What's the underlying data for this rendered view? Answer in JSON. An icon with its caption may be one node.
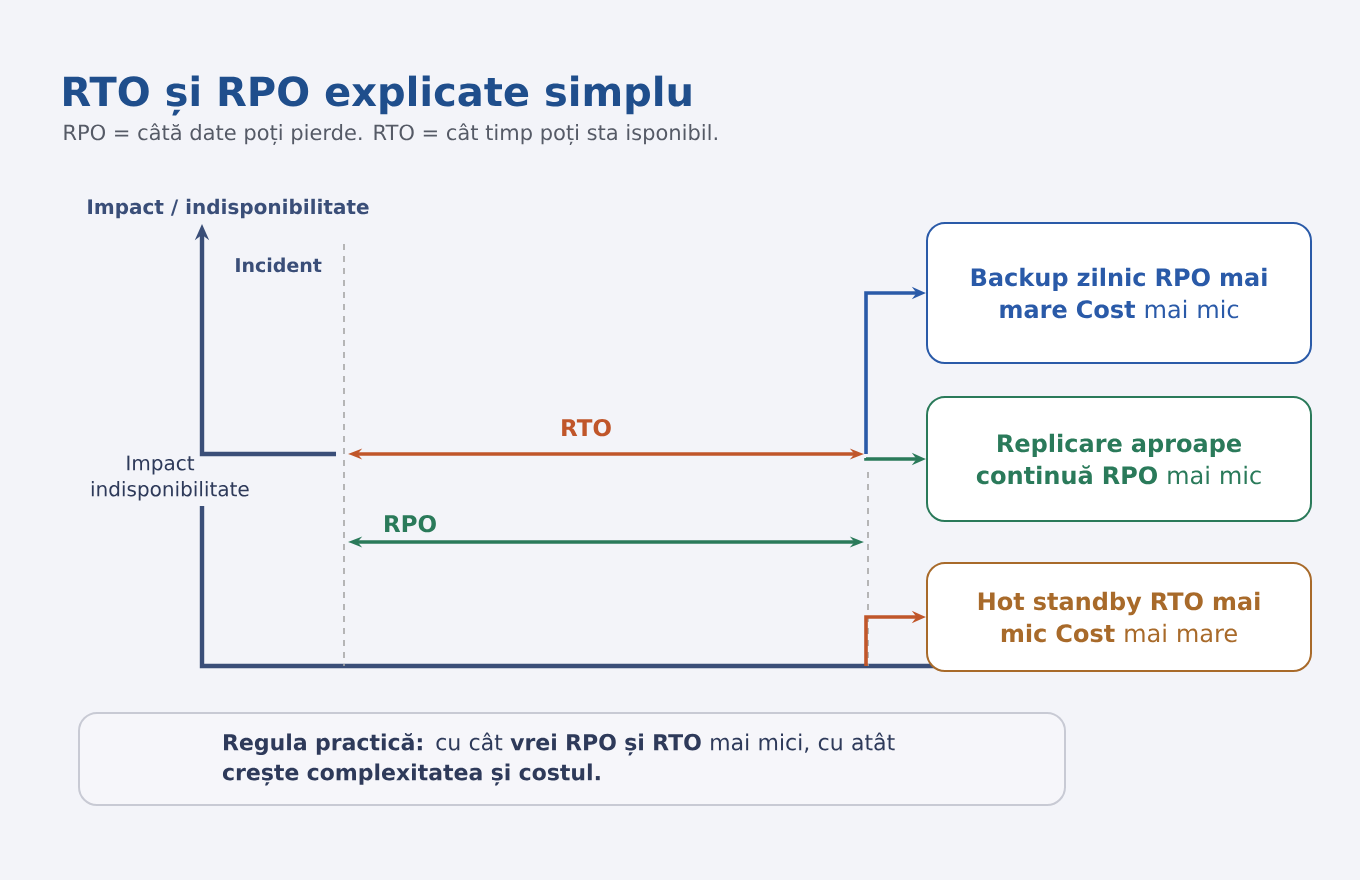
{
  "diagram": {
    "title": "RTO și RPO explicate simplu",
    "nodes": [
      {
        "text": [
          "**Backup zilnic RPO mai mare Cost** mai mic"
        ]
      },
      {
        "text": [
          "**Replicare aproape continuă RPO** mai mic"
        ]
      },
      {
        "text": [
          "**Hot standby RTO mai mic Cost** mai mare"
        ]
      },
      {
        "text": [
          "**Regula practică:** cu cât **vrei RPO și RTO** mai mici, cu atât **crește complexitatea și costul.**"
        ]
      }
    ],
    "edges": [
      {
        "from": null,
        "to": 0,
        "arrow": "to",
        "color": "#2a5aa8"
      },
      {
        "from": null,
        "to": 1,
        "arrow": "to",
        "color": "#2a7a5a"
      },
      {
        "from": null,
        "to": 2,
        "arrow": "to",
        "color": "#c0562a"
      }
    ],
    "labels": [
      "RPO = câtă date poți pierde. RTO = cât timp poți sta isponibil.",
      "Impact / indisponibilitate",
      "Incident",
      "Impact indisponibilitate",
      "RTO",
      "RPO"
    ]
  }
}
